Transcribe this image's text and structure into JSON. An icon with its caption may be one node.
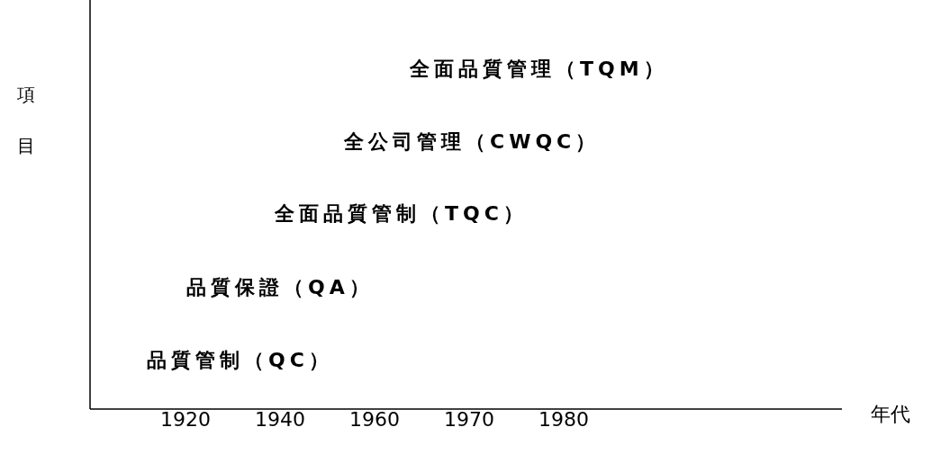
{
  "diagram": {
    "labels": [
      "項",
      "目",
      "全面品質管理（TQM）",
      "全公司管理（CWQC）",
      "全面品質管制（TQC）",
      "品質保證（QA）",
      "品質管制（QC）",
      "1920",
      "1940",
      "1960",
      "1970",
      "1980",
      "年代"
    ]
  }
}
